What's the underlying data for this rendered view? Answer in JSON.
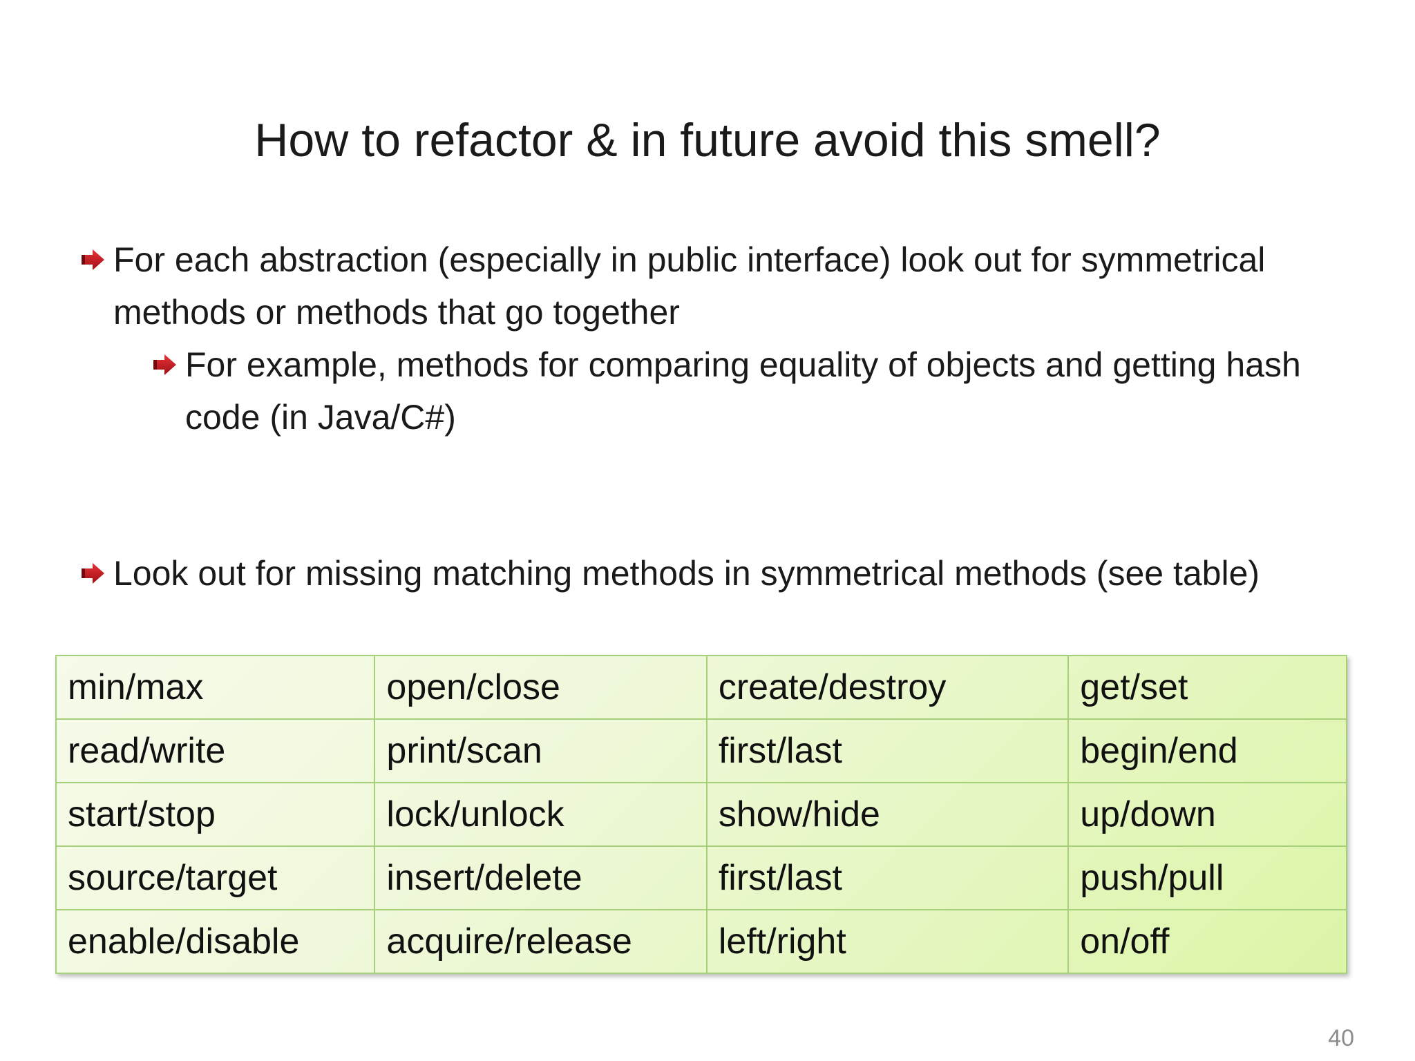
{
  "slide": {
    "title": "How to refactor & in future avoid this smell?",
    "bullets": [
      {
        "icon": "red-arrow-bullet-icon",
        "text": "For each abstraction (especially in public interface) look out for symmetrical methods or methods that go together"
      },
      {
        "icon": "red-arrow-bullet-icon",
        "text": "For example, methods for comparing equality of objects and getting hash code (in Java/C#)"
      },
      {
        "icon": "red-arrow-bullet-icon",
        "text": "Look out for missing matching methods in symmetrical methods (see table)"
      }
    ],
    "table": {
      "rows": [
        [
          "min/max",
          "open/close",
          "create/destroy",
          "get/set"
        ],
        [
          "read/write",
          "print/scan",
          "first/last",
          "begin/end"
        ],
        [
          "start/stop",
          "lock/unlock",
          "show/hide",
          "up/down"
        ],
        [
          "source/target",
          "insert/delete",
          "first/last",
          "push/pull"
        ],
        [
          "enable/disable",
          "acquire/release",
          "left/right",
          "on/off"
        ]
      ]
    },
    "page_number": "40",
    "colors": {
      "bullet_arrow": "#c8161d",
      "table_border": "#a6cf79",
      "table_fill_light": "#f6fbea",
      "table_fill_dark": "#dcf5a8",
      "page_number": "#8c8c8c"
    }
  }
}
